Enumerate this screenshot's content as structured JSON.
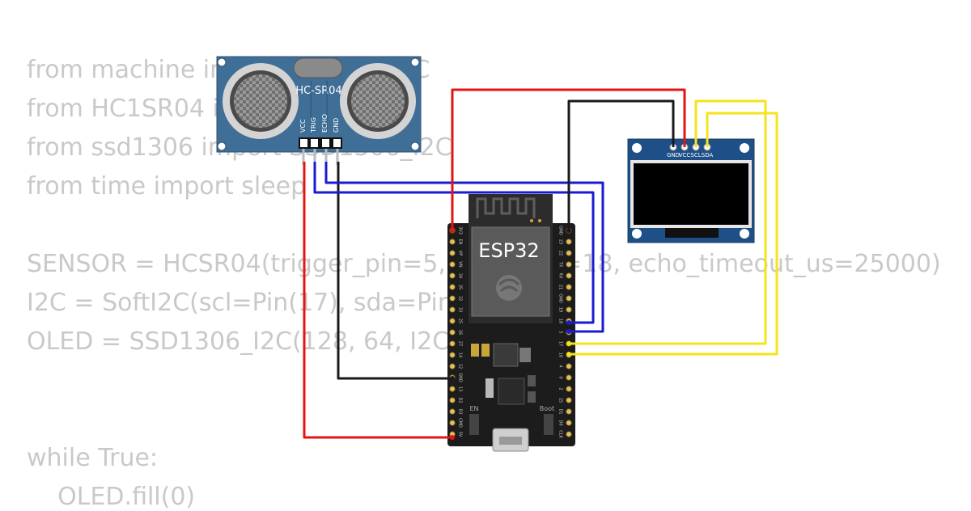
{
  "code_lines": [
    "from machine import Pin, SoftI2C",
    "from HC1SR04 import HCSR04",
    "from ssd1306 import SSD1306_I2C",
    "from time import sleep",
    "SENSOR = HCSR04(trigger_pin=5, echo_pin=18, echo_timeout_us=25000)",
    "I2C = SoftI2C(scl=Pin(17), sda=Pin(16))",
    "OLED = SSD1306_I2C(128, 64, I2C)",
    "while True:",
    "    OLED.fill(0)"
  ],
  "sensor": {
    "label": "HC-SR04",
    "pins": [
      "VCC",
      "TRIG",
      "ECHO",
      "GND"
    ]
  },
  "esp32": {
    "label": "ESP32",
    "left_pins": [
      "3V3",
      "EN",
      "VP",
      "VN",
      "34",
      "35",
      "32",
      "33",
      "25",
      "26",
      "27",
      "14",
      "12",
      "GND",
      "13",
      "D2",
      "D3",
      "CMD",
      "5V"
    ],
    "right_pins": [
      "GND",
      "23",
      "22",
      "TX",
      "RX",
      "21",
      "GND",
      "19",
      "18",
      "5",
      "17",
      "16",
      "4",
      "0",
      "2",
      "15",
      "D1",
      "D0",
      "CLK"
    ],
    "button_en": "EN",
    "button_boot": "Boot"
  },
  "oled": {
    "pins": [
      "GND",
      "VCC",
      "SCL",
      "SDA"
    ]
  },
  "colors": {
    "vcc_wire": "#e31414",
    "gnd_wire": "#1a1a1a",
    "signal_wire": "#1a1ad6",
    "i2c_wire": "#f5e31c",
    "sensor_pcb": "#3f6e97",
    "oled_pcb": "#1e4f86",
    "esp32_pcb": "#1c1c1c"
  }
}
